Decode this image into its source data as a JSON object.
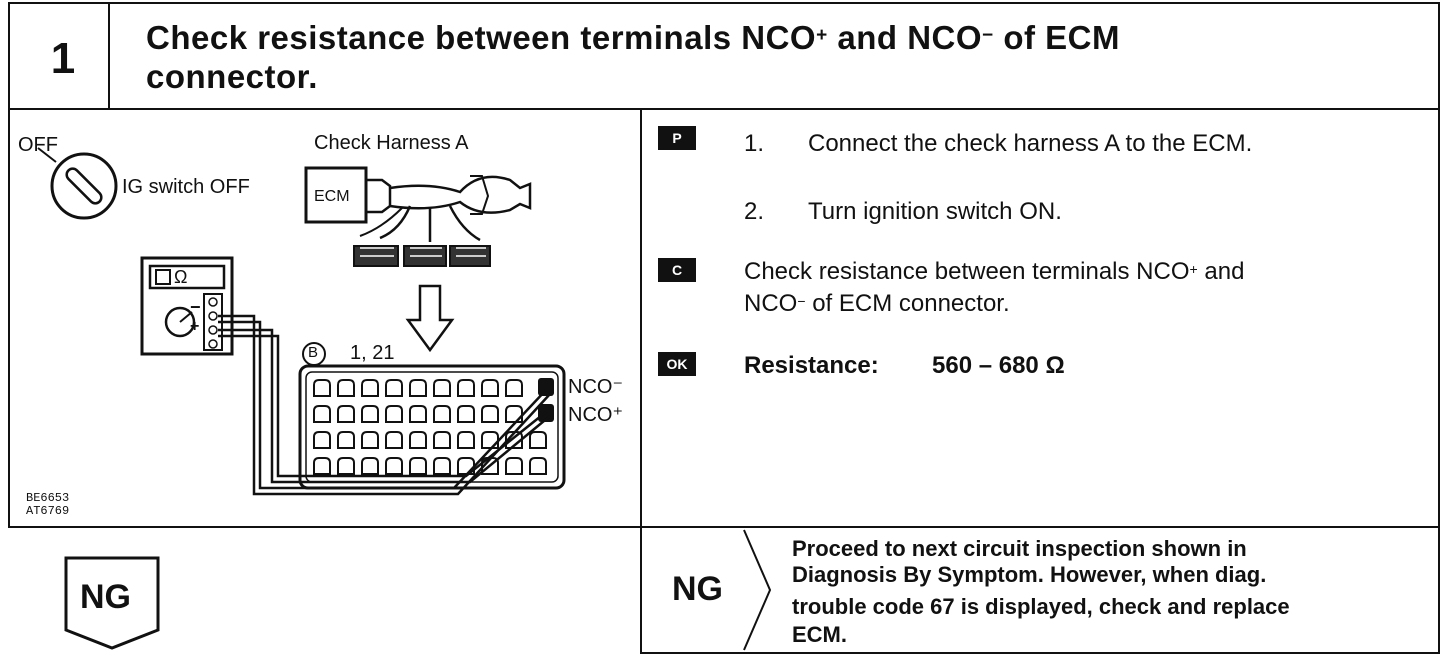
{
  "header": {
    "step_number": "1",
    "title_line1_a": "Check resistance between terminals NCO",
    "title_plus": "+",
    "title_line1_b": " and NCO",
    "title_minus": "−",
    "title_line1_c": " of ECM",
    "title_line2": "connector."
  },
  "illustration": {
    "off_label": "OFF",
    "ig_switch_label": "IG switch OFF",
    "check_harness_label": "Check Harness A",
    "ecm_label": "ECM",
    "ohm_symbol": "Ω",
    "meter_minus": "−",
    "meter_plus": "+",
    "connector_id": "B",
    "connector_pins": "1, 21",
    "nco_minus": "NCO⁻",
    "nco_plus": "NCO⁺",
    "code_1": "BE6653",
    "code_2": "AT6769"
  },
  "instructions": {
    "p_tag": "P",
    "step1_num": "1.",
    "step1_text": "Connect the check harness A to the ECM.",
    "step2_num": "2.",
    "step2_text": "Turn ignition switch ON.",
    "c_tag": "C",
    "check_line1_a": "Check   resistance   between   terminals   NCO",
    "check_plus": "+",
    "check_line1_b": "  and",
    "check_line2_a": "NCO",
    "check_minus": "−",
    "check_line2_b": " of ECM connector.",
    "ok_tag": "OK",
    "resistance_label": "Resistance:",
    "resistance_value": "560 – 680 Ω"
  },
  "ng": {
    "left_label": "NG",
    "right_label": "NG",
    "line1": "Proceed to next circuit inspection shown in",
    "line2": "Diagnosis By Symptom.  However, when diag.",
    "line3": "trouble code 67 is displayed, check and replace",
    "line4": "ECM."
  }
}
